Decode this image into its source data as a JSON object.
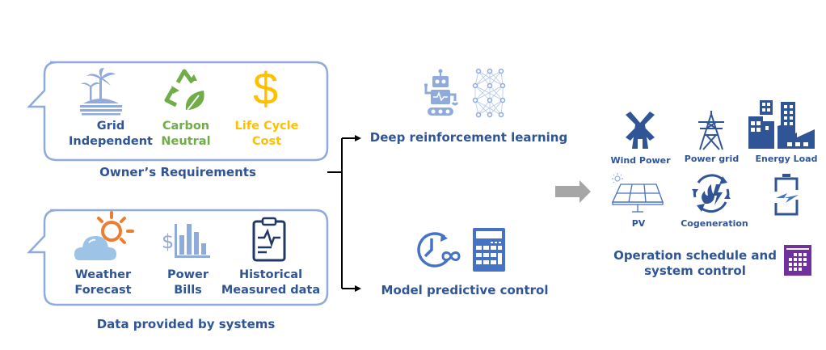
{
  "owner_requirements": {
    "title": "Owner’s Requirements",
    "items": [
      {
        "icon": "island-icon",
        "line1": "Grid",
        "line2": "Independent",
        "color": "#2f5597"
      },
      {
        "icon": "recycle-leaf-icon",
        "line1": "Carbon",
        "line2": "Neutral",
        "color": "#70ad47"
      },
      {
        "icon": "dollar-icon",
        "line1": "Life Cycle",
        "line2": "Cost",
        "color": "#ffc000"
      }
    ]
  },
  "system_data": {
    "title": "Data provided by systems",
    "items": [
      {
        "icon": "weather-icon",
        "line1": "Weather",
        "line2": "Forecast"
      },
      {
        "icon": "bill-chart-icon",
        "line1": "Power",
        "line2": "Bills"
      },
      {
        "icon": "clipboard-icon",
        "line1": "Historical",
        "line2": "Measured data"
      }
    ]
  },
  "methods": {
    "drl": {
      "label": "Deep reinforcement learning",
      "icons": [
        "robot-icon",
        "neural-network-icon"
      ]
    },
    "mpc": {
      "label": "Model predictive control",
      "icons": [
        "clock-infinity-icon",
        "calculator-icon"
      ]
    }
  },
  "outputs": {
    "items": [
      {
        "icon": "windmill-icon",
        "label": "Wind Power"
      },
      {
        "icon": "pylon-icon",
        "label": "Power grid"
      },
      {
        "icon": "buildings-icon",
        "label": "Energy Load"
      },
      {
        "icon": "solar-panel-icon",
        "label": "PV"
      },
      {
        "icon": "cogeneration-icon",
        "label": "Cogeneration"
      },
      {
        "icon": "battery-icon",
        "label": ""
      }
    ],
    "title_line1": "Operation schedule and",
    "title_line2": "system control",
    "schedule_icon": "calendar-icon"
  },
  "colors": {
    "dark_blue": "#2f5597",
    "mid_blue": "#4472c4",
    "light_blue": "#8faadc",
    "green": "#70ad47",
    "gold": "#ffc000",
    "orange": "#ed7d31",
    "purple": "#7030a0",
    "gray_arrow": "#a6a6a6"
  }
}
